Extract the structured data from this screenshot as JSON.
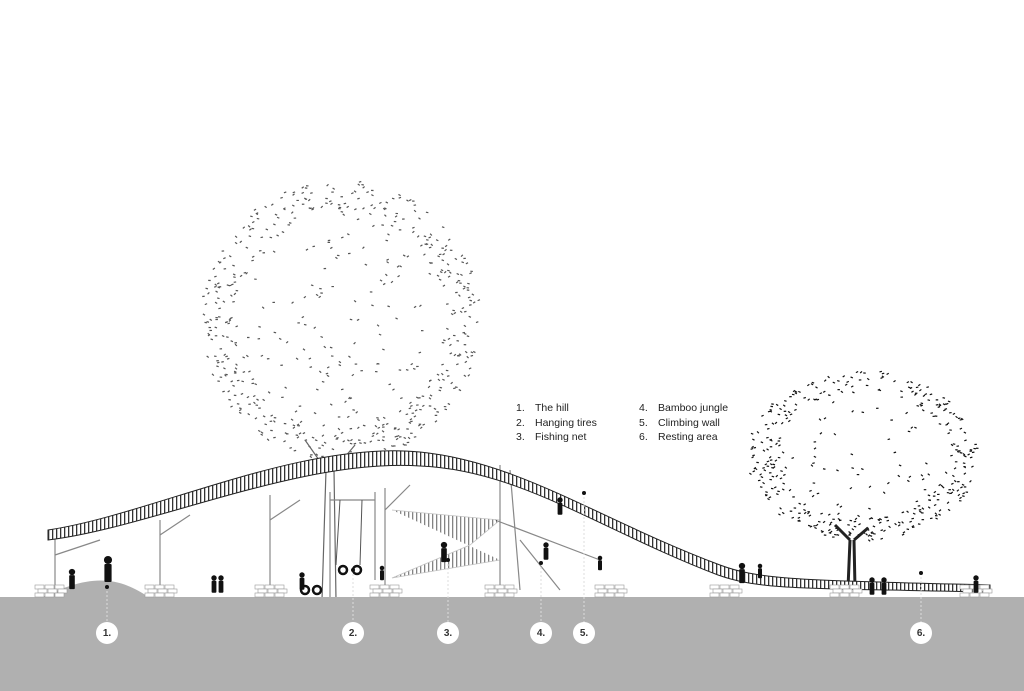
{
  "legend": {
    "left": [
      {
        "num": "1.",
        "label": "The hill"
      },
      {
        "num": "2.",
        "label": "Hanging tires"
      },
      {
        "num": "3.",
        "label": "Fishing net"
      }
    ],
    "right": [
      {
        "num": "4.",
        "label": "Bamboo jungle"
      },
      {
        "num": "5.",
        "label": "Climbing wall"
      },
      {
        "num": "6.",
        "label": "Resting area"
      }
    ]
  },
  "markers": [
    "1.",
    "2.",
    "3.",
    "4.",
    "5.",
    "6."
  ],
  "colors": {
    "ground": "#b0b0b0",
    "ink": "#111111",
    "tree": "#555555"
  }
}
